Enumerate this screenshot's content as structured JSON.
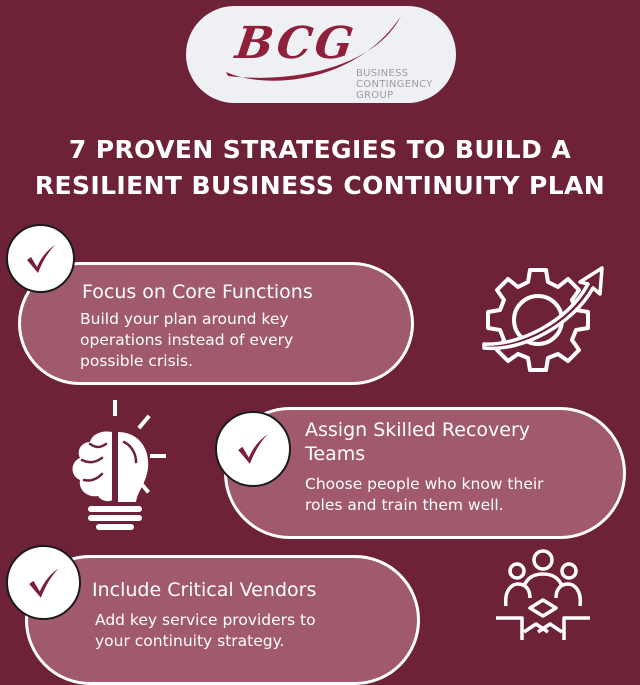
{
  "logo": {
    "mark": "BCG",
    "lines": [
      "BUSINESS",
      "CONTINGENCY",
      "GROUP"
    ]
  },
  "title": {
    "line1": "7 PROVEN STRATEGIES TO BUILD A",
    "line2": "RESILIENT BUSINESS CONTINUITY PLAN"
  },
  "strategies": [
    {
      "title": "Focus on Core Functions",
      "desc_lines": [
        "Build your plan around key",
        "operations instead of every",
        "possible crisis."
      ],
      "icon": "gear-growth-arrow-icon"
    },
    {
      "title_lines": [
        "Assign Skilled Recovery",
        "Teams"
      ],
      "desc_lines": [
        "Choose people who know their",
        "roles and train them well."
      ],
      "icon": "brain-lightbulb-icon"
    },
    {
      "title": "Include Critical Vendors",
      "desc_lines": [
        "Add key service providers to",
        "your continuity strategy."
      ],
      "icon": "team-collaboration-icon"
    }
  ],
  "colors": {
    "background": "#6e2238",
    "pill": "#a15a6d",
    "accent": "#8f1f3a",
    "text": "#ffffff"
  }
}
